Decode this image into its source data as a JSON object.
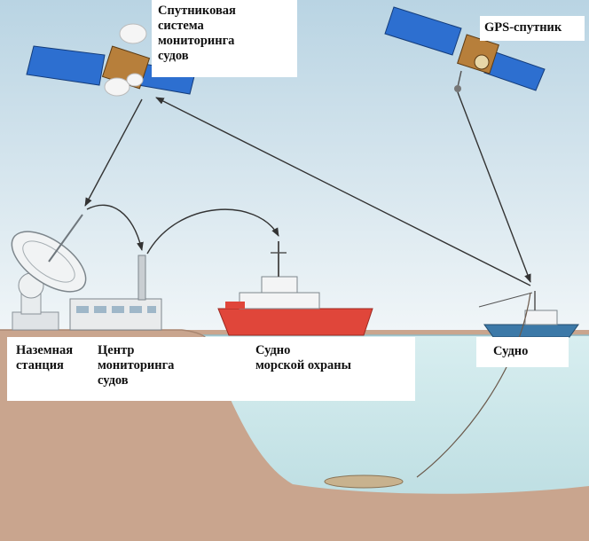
{
  "labels": {
    "vms_satellite": "Спутниковая\nсистема\nмониторинга\nсудов",
    "gps_satellite": "GPS-спутник",
    "ground_station": "Наземная\nстанция",
    "monitoring_center": "Центр\nмониторинга\nсудов",
    "patrol_vessel": "Судно\nморской охраны",
    "vessel": "Судно"
  },
  "colors": {
    "sky_top": "#b9d4e3",
    "sky_bottom": "#f1f6f8",
    "sea": "#cfe7ea",
    "seabed": "#c9a58e",
    "patrol_hull": "#e0463a",
    "vessel_hull": "#3c79a8",
    "solar_panel": "#2d6fd0",
    "arrow": "#333333"
  }
}
